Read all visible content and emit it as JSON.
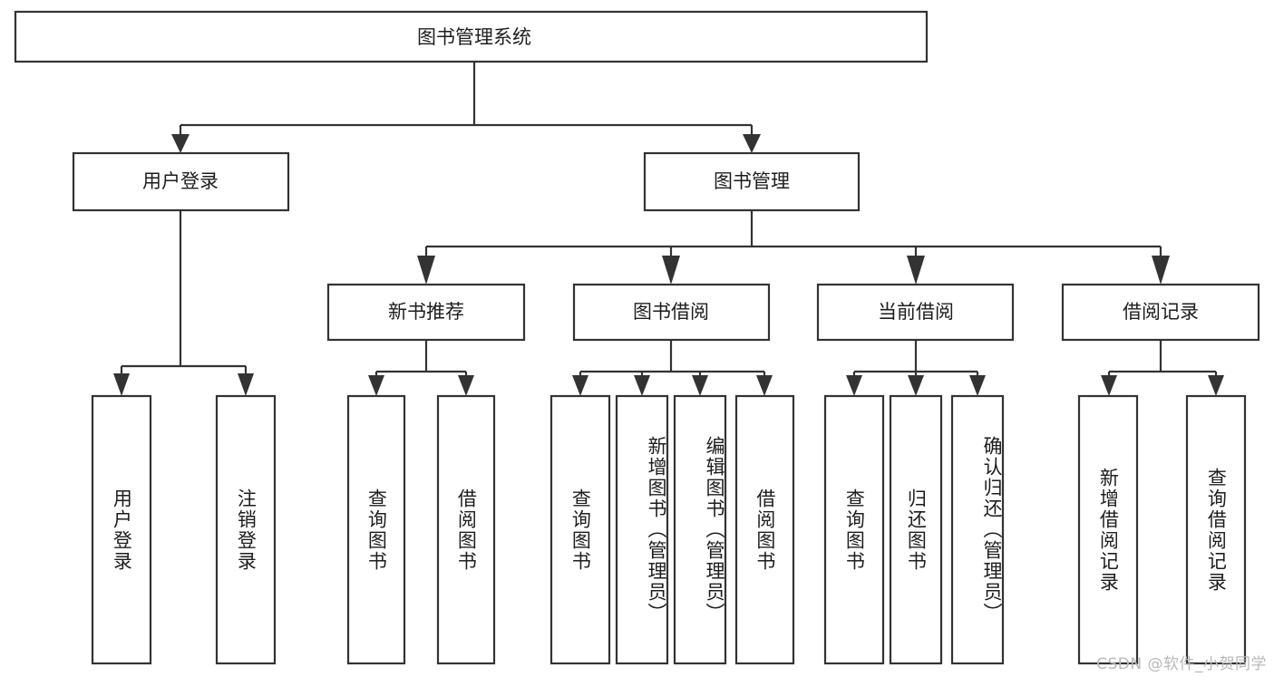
{
  "diagram": {
    "type": "tree",
    "title": "图书管理系统",
    "watermark": "CSDN @软件_小贺同学",
    "colors": {
      "box_stroke": "#333333",
      "box_fill": "#ffffff",
      "text": "#1d1d1d",
      "connector": "#333333",
      "watermark": "#b8b8b8",
      "background": "#ffffff"
    },
    "root": {
      "label": "图书管理系统"
    },
    "level2": [
      {
        "label": "用户登录"
      },
      {
        "label": "图书管理"
      }
    ],
    "level3": [
      {
        "label": "新书推荐"
      },
      {
        "label": "图书借阅"
      },
      {
        "label": "当前借阅"
      },
      {
        "label": "借阅记录"
      }
    ],
    "leaves": {
      "user_login": [
        {
          "label": "用户登录"
        },
        {
          "label": "注销登录"
        }
      ],
      "new_book_recommend": [
        {
          "label": "查询图书"
        },
        {
          "label": "借阅图书"
        }
      ],
      "book_borrow": [
        {
          "label": "查询图书"
        },
        {
          "label": "新增图书（管理员）"
        },
        {
          "label": "编辑图书（管理员）"
        },
        {
          "label": "借阅图书"
        }
      ],
      "current_borrow": [
        {
          "label": "查询图书"
        },
        {
          "label": "归还图书"
        },
        {
          "label": "确认归还（管理员）"
        }
      ],
      "borrow_records": [
        {
          "label": "新增借阅记录"
        },
        {
          "label": "查询借阅记录"
        }
      ]
    }
  }
}
